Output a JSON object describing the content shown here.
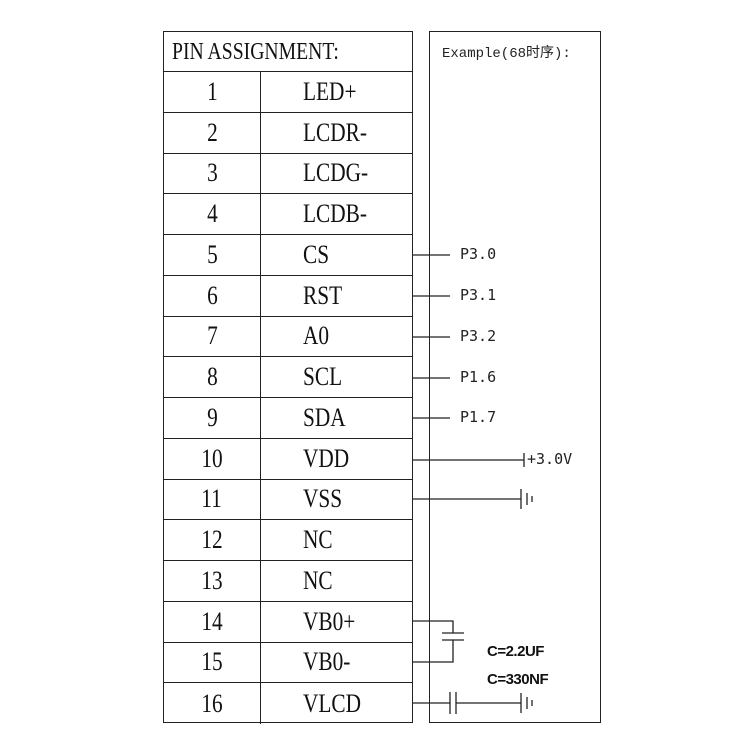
{
  "pin_table": {
    "header": "PIN ASSIGNMENT:",
    "rows": [
      {
        "pin": "1",
        "signal": "LED+"
      },
      {
        "pin": "2",
        "signal": "LCDR-"
      },
      {
        "pin": "3",
        "signal": "LCDG-"
      },
      {
        "pin": "4",
        "signal": "LCDB-"
      },
      {
        "pin": "5",
        "signal": "CS"
      },
      {
        "pin": "6",
        "signal": "RST"
      },
      {
        "pin": "7",
        "signal": "A0"
      },
      {
        "pin": "8",
        "signal": "SCL"
      },
      {
        "pin": "9",
        "signal": "SDA"
      },
      {
        "pin": "10",
        "signal": "VDD"
      },
      {
        "pin": "11",
        "signal": "VSS"
      },
      {
        "pin": "12",
        "signal": "NC"
      },
      {
        "pin": "13",
        "signal": "NC"
      },
      {
        "pin": "14",
        "signal": "VB0+"
      },
      {
        "pin": "15",
        "signal": "VB0-"
      },
      {
        "pin": "16",
        "signal": "VLCD"
      }
    ]
  },
  "example": {
    "title": "Example(68时序):",
    "connections": {
      "cs": "P3.0",
      "rst": "P3.1",
      "a0": "P3.2",
      "scl": "P1.6",
      "sda": "P1.7",
      "vdd": "+3.0V"
    },
    "cap_vbo": "C=2.2UF",
    "cap_vlcd": "C=330NF"
  }
}
